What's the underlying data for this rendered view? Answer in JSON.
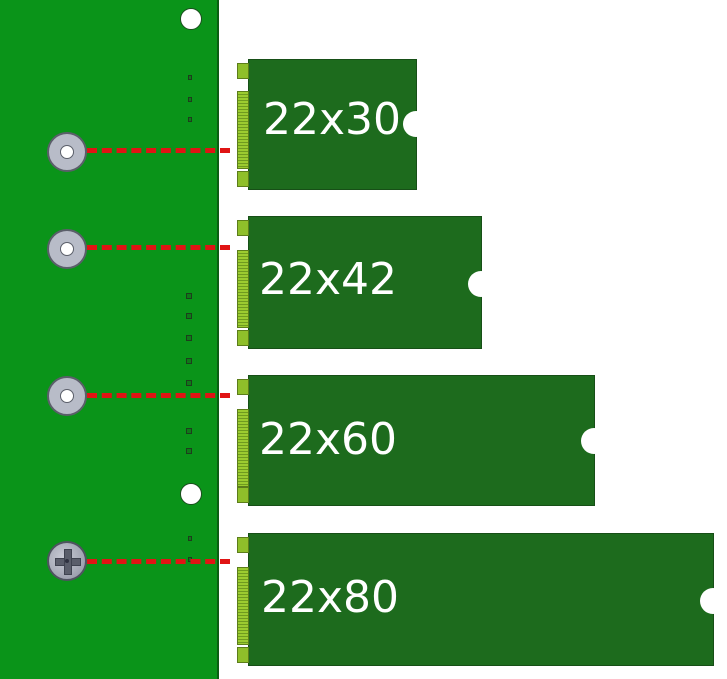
{
  "modules": [
    {
      "label": "22x30",
      "mount": "standoff"
    },
    {
      "label": "22x42",
      "mount": "standoff"
    },
    {
      "label": "22x60",
      "mount": "standoff"
    },
    {
      "label": "22x80",
      "mount": "screw"
    }
  ],
  "colors": {
    "board": "#0a9419",
    "card": "#1d6b1d",
    "gold_contacts": "#8fbf2a",
    "guide_line": "#e01414",
    "standoff": "#b8bcc8"
  },
  "icons": {
    "standoff": "ring-standoff-icon",
    "screw": "phillips-screw-icon",
    "mounting_hole": "circle-hole-icon"
  }
}
